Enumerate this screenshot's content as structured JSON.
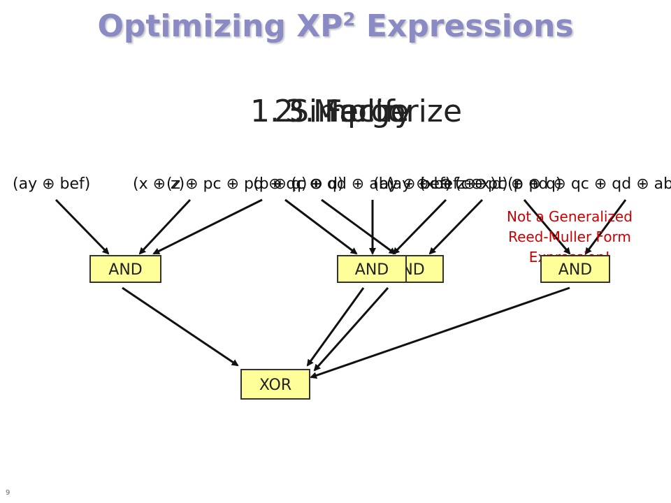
{
  "title": {
    "text": "Optimizing XP",
    "superscript": "2",
    "suffix": " Expressions"
  },
  "steps": [
    {
      "label": "1. Simplify"
    },
    {
      "label": "2. Merge"
    },
    {
      "label": "3. Factorize"
    }
  ],
  "symbols": {
    "xor": "⊕"
  },
  "expressions": [
    "(ay ⊕ bef)",
    "(x ⊕ z)",
    "(z ⊕ pc ⊕ pd ⊕ qc ⊕ qd ⊕ ab)",
    "(p ⊕ q)",
    "(c ⊕ d)",
    "(ay ⊕ bef)",
    "(ay ⊕ bef ⊕ x)",
    "(c ⊕ d)",
    "(p ⊕ q)",
    "(x ⊕ z ⊕ pc ⊕ pd ⊕ qc ⊕ qd ⊕ ab)"
  ],
  "gates": [
    {
      "label": "AND"
    },
    {
      "label": "AND"
    },
    {
      "label": "AND"
    },
    {
      "label": "AND"
    },
    {
      "label": "XOR"
    }
  ],
  "note": {
    "lines": [
      "Not a Generalized",
      "Reed-Muller Form",
      "Expression!"
    ],
    "color": "#cc0000"
  },
  "page_number": "9",
  "colors": {
    "title": "#8a8ac4",
    "gate_fill": "#ffff99",
    "gate_border": "#333333",
    "wire": "#111111"
  }
}
